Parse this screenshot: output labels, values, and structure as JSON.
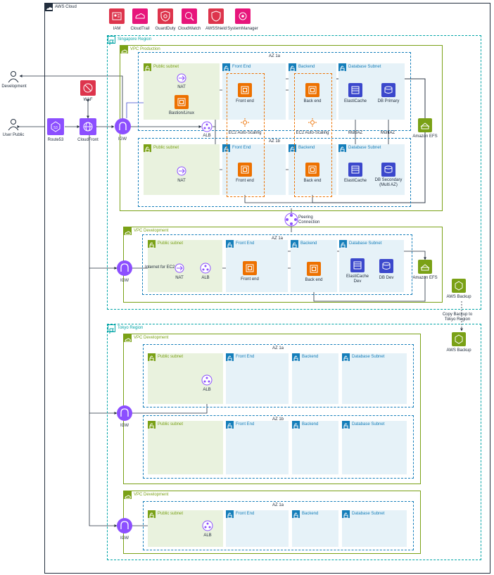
{
  "aws_cloud": {
    "label": "AWS Cloud"
  },
  "top_services": [
    {
      "label": "IAM",
      "icon": "iam-icon"
    },
    {
      "label": "CloudTrail",
      "icon": "cloudtrail-icon"
    },
    {
      "label": "GuardDuty",
      "icon": "guardduty-icon"
    },
    {
      "label": "CloudWatch",
      "icon": "cloudwatch-icon"
    },
    {
      "label": "AWSShield",
      "icon": "shield-icon"
    },
    {
      "label": "SystemManager",
      "icon": "systems-manager-icon"
    }
  ],
  "actors": {
    "development": "Development",
    "user_public": "User Public"
  },
  "edge": {
    "route53": "Route53",
    "cloudfront": "CloudFront",
    "waf": "WAF"
  },
  "singapore": {
    "region_label": "Singapore Region",
    "prod": {
      "vpc_label": "VPC Production",
      "igw": "IGW",
      "alb": "ALB",
      "bastion": "Bastion/Linux",
      "efs": "Amazon EFS",
      "az1": {
        "label": "AZ 1a",
        "public": "Public subnet",
        "frontend": "Front End",
        "backend": "Backend",
        "database": "Database Subnet",
        "nat": "NAT",
        "front_end": "Front end",
        "back_end": "Back end",
        "elasticache": "ElastiCache",
        "db": "DB Primary"
      },
      "az2": {
        "label": "AZ 1b",
        "public": "Public subnet",
        "frontend": "Front End",
        "backend": "Backend",
        "database": "Database Subnet",
        "nat": "NAT",
        "front_end": "Front end",
        "back_end": "Back end",
        "elasticache": "ElastiCache",
        "db": "DB Secondary\n(Multi AZ)"
      },
      "asg_front": "EC2 Auto-Scaling",
      "asg_back": "EC2 Auto-Scaling",
      "multiaz_1": "MultiAZ",
      "multiaz_2": "MultiAZ"
    },
    "peering": "Peering\nConnection",
    "dev": {
      "vpc_label": "VPC Development",
      "igw": "IGW",
      "nat": "NAT",
      "alb": "ALB",
      "internet_for_ec2": "Internet for EC2",
      "efs": "Amazon EFS",
      "az": {
        "label": "AZ 1a",
        "public": "Public subnet",
        "frontend": "Front End",
        "backend": "Backend",
        "database": "Database Subnet",
        "front_end": "Front end",
        "back_end": "Back end",
        "elasticache": "ElastiCache\nDev",
        "db": "DB Dev"
      }
    },
    "backup": "AWS Backup"
  },
  "copy_backup": "Copy Backup to\nTokyo Region",
  "tokyo": {
    "region_label": "Tokyo Region",
    "backup": "AWS Backup",
    "vpc1": {
      "vpc_label": "VPC Development",
      "igw": "IGW",
      "alb": "ALB",
      "az1": {
        "label": "AZ 1a",
        "public": "Public subnet",
        "frontend": "Front End",
        "backend": "Backend",
        "database": "Database Subnet"
      },
      "az2": {
        "label": "AZ 1b",
        "public": "Public subnet",
        "frontend": "Front End",
        "backend": "Backend",
        "database": "Database Subnet"
      }
    },
    "vpc2": {
      "vpc_label": "VPC Development",
      "igw": "IGW",
      "alb": "ALB",
      "az": {
        "label": "AZ 1a",
        "public": "Public subnet",
        "frontend": "Front End",
        "backend": "Backend",
        "database": "Database Subnet"
      }
    }
  },
  "colors": {
    "compute": "#ed7100",
    "security": "#dd344c",
    "management": "#e7157b",
    "network": "#8c4fff",
    "database": "#3b48cc",
    "storage": "#7aa116"
  }
}
